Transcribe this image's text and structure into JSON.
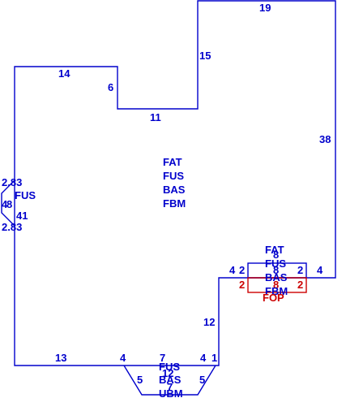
{
  "colors": {
    "outline": "#0000cc",
    "porch": "#cc0000",
    "background": "#ffffff"
  },
  "dimensions": {
    "top": "19",
    "upper_left_wall": "15",
    "right_wall": "38",
    "left_top": "14",
    "step_vertical": "6",
    "step_horizontal": "11",
    "bottom_left": "13",
    "inner_vertical": "12",
    "notch_top_left": "4",
    "notch_top_mid": "2",
    "notch_right_1": "2",
    "notch_right_2": "4",
    "porch_left": "2",
    "porch_mid": "8",
    "porch_right": "2",
    "porch_top_8": "8",
    "porch_top_8b": "8",
    "bay_left_4": "4",
    "bay_7": "7",
    "bay_right_4": "4",
    "bay_1": "1",
    "bay_left_5": "5",
    "bay_right_5": "5",
    "bay_12": "12",
    "bay_7b": "7",
    "left_283_top": "2.83",
    "left_4": "4",
    "left_8": "8",
    "left_41": "41",
    "left_283_bottom": "2.83"
  },
  "labels": {
    "main_area": [
      "FAT",
      "FUS",
      "BAS",
      "FBM"
    ],
    "porch_area": [
      "FAT",
      "FUS",
      "BAS",
      "FBM"
    ],
    "porch_name": "FOP",
    "left_bay": "FUS",
    "bottom_bay": [
      "FUS",
      "BAS",
      "UBM"
    ]
  }
}
